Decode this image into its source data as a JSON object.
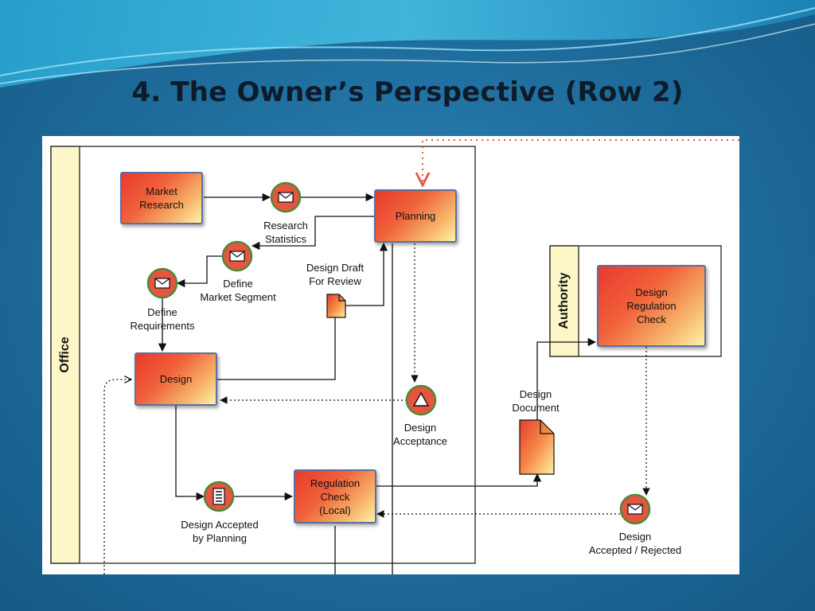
{
  "slide": {
    "title": "4. The Owner’s Perspective (Row 2)"
  },
  "lanes": {
    "office": "Office",
    "authority": "Authority"
  },
  "tasks": {
    "market_research": "Market\nResearch",
    "planning": "Planning",
    "design": "Design",
    "regulation_check_local": "Regulation\nCheck\n(Local)",
    "design_regulation_check": "Design\nRegulation\nCheck"
  },
  "events": {
    "research_statistics": "Research\nStatistics",
    "define_market_segment": "Define\nMarket Segment",
    "define_requirements": "Define\nRequirements",
    "design_acceptance": "Design\nAcceptance",
    "design_accepted_by_planning": "Design Accepted\nby Planning",
    "design_accepted_rejected": "Design\nAccepted / Rejected"
  },
  "documents": {
    "design_draft_for_review": "Design Draft\nFor Review",
    "design_document": "Design\nDocument"
  },
  "colors": {
    "slide_bg": "#1f6f9f",
    "title_text": "#0d1b2a",
    "task_start": "#e83a2d",
    "task_end": "#fff1a8",
    "node_border": "#5b6fa3",
    "dotted_flow": "#e8553f"
  }
}
